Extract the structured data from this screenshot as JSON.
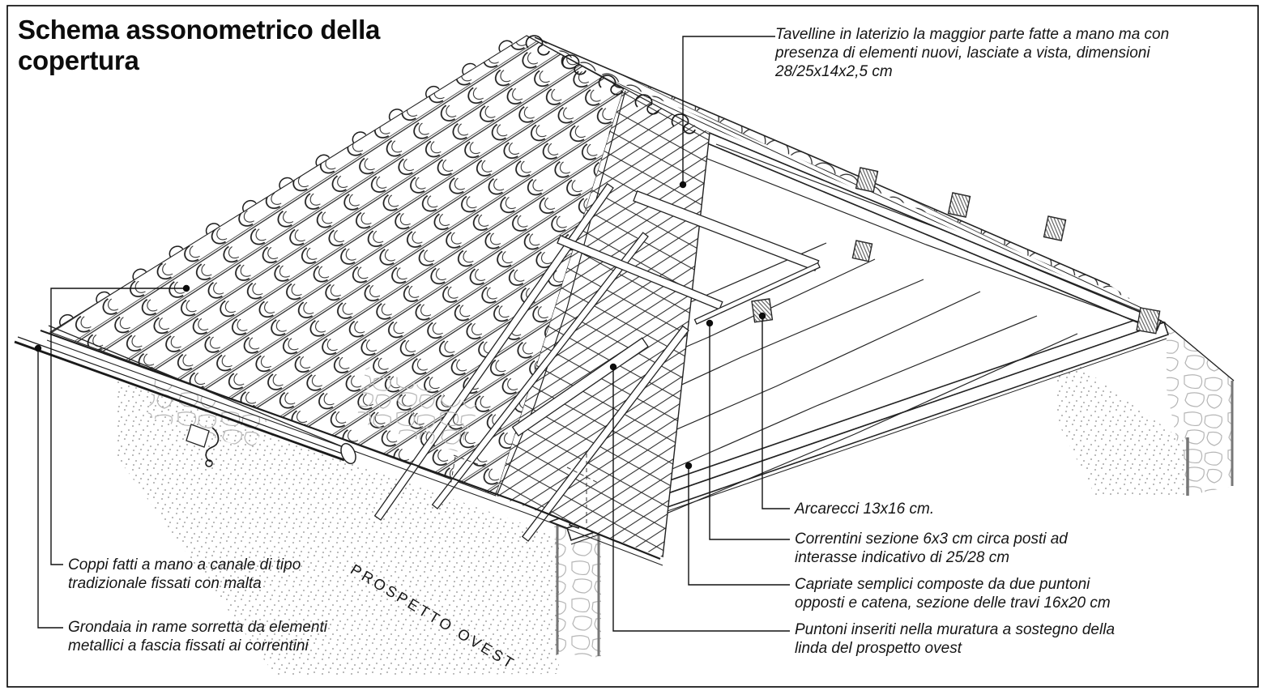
{
  "title": "Schema assonometrico della copertura",
  "wall_label": "PROSPETTO OVEST",
  "annotations": {
    "tavelline": {
      "lines": [
        "Tavelline in laterizio la maggior parte fatte a mano ma con",
        "presenza di elementi nuovi, lasciate a vista, dimensioni",
        "28/25x14x2,5 cm"
      ]
    },
    "coppi": {
      "lines": [
        "Coppi fatti a mano a canale di tipo",
        "tradizionale fissati con malta"
      ]
    },
    "grondaia": {
      "lines": [
        "Grondaia in rame sorretta da elementi",
        "metallici a fascia fissati ai correntini"
      ]
    },
    "arcarecci": {
      "lines": [
        "Arcarecci 13x16 cm."
      ]
    },
    "correntini": {
      "lines": [
        "Correntini sezione 6x3 cm circa posti ad",
        "interasse indicativo di 25/28 cm"
      ]
    },
    "capriate": {
      "lines": [
        "Capriate semplici composte da due puntoni",
        "opposti e catena, sezione delle travi 16x20 cm"
      ]
    },
    "puntoni": {
      "lines": [
        "Puntoni inseriti nella muratura a sostegno della",
        "linda del prospetto ovest"
      ]
    }
  },
  "colors": {
    "ink": "#1f1f1f",
    "stone": "#b5b5b5",
    "stipple": "#8a8a8a",
    "background": "#ffffff"
  }
}
